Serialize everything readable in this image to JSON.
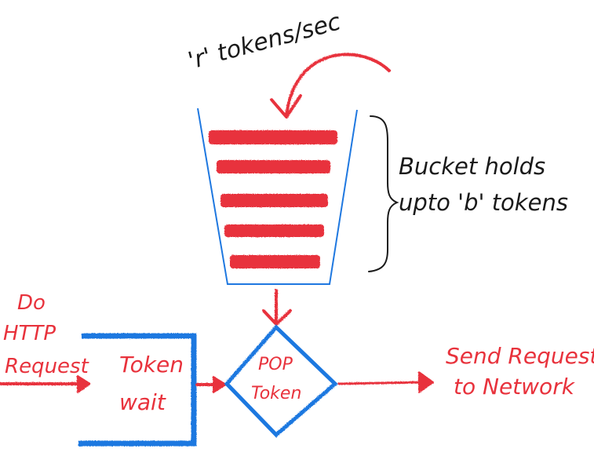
{
  "labels": {
    "rate": "'r' tokens/sec",
    "bucket_line1": "Bucket holds",
    "bucket_line2": "upto 'b' tokens",
    "do": "Do",
    "http": "HTTP",
    "request": "Request",
    "token_wait_line1": "Token",
    "token_wait_line2": "wait",
    "pop_line1": "POP",
    "pop_line2": "Token",
    "send_line1": "Send Request",
    "send_line2": "to Network"
  },
  "colors": {
    "red": "#e8323c",
    "blue": "#1f78e0",
    "ink": "#1a1a1a"
  }
}
